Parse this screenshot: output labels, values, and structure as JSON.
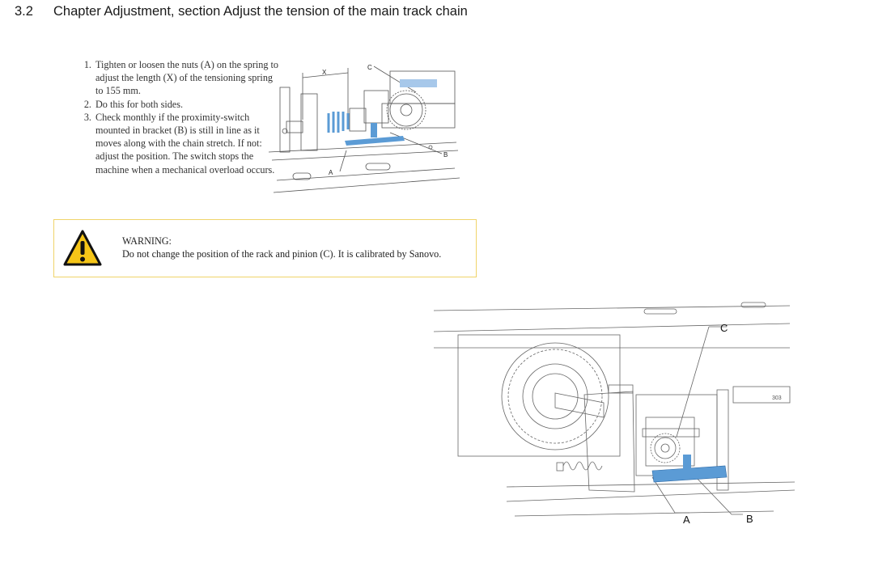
{
  "heading": {
    "number": "3.2",
    "title": "Chapter Adjustment, section Adjust the tension of the main track chain"
  },
  "steps": [
    "Tighten or loosen the nuts (A) on the spring to adjust the length (X) of the tensioning spring to 155 mm.",
    "Do this for both sides.",
    "Check monthly if the proximity-switch mounted in bracket (B) is still in line as it moves along with the chain stretch. If not: adjust the position. The switch stops the machine when a mechanical overload occurs."
  ],
  "figure1": {
    "labels": {
      "x": "X",
      "c": "C",
      "a": "A",
      "b": "B"
    },
    "accent": "#5b9bd5"
  },
  "warning": {
    "icon": "warning-triangle-icon",
    "title": "WARNING:",
    "text": "Do not change the position of the rack and pinion (C). It is calibrated by Sanovo.",
    "border_color": "#f0d46a",
    "icon_color": "#f5c518"
  },
  "figure2": {
    "labels": {
      "c": "C",
      "a": "A",
      "b": "B"
    },
    "ruler_text": "303",
    "accent": "#5b9bd5"
  }
}
